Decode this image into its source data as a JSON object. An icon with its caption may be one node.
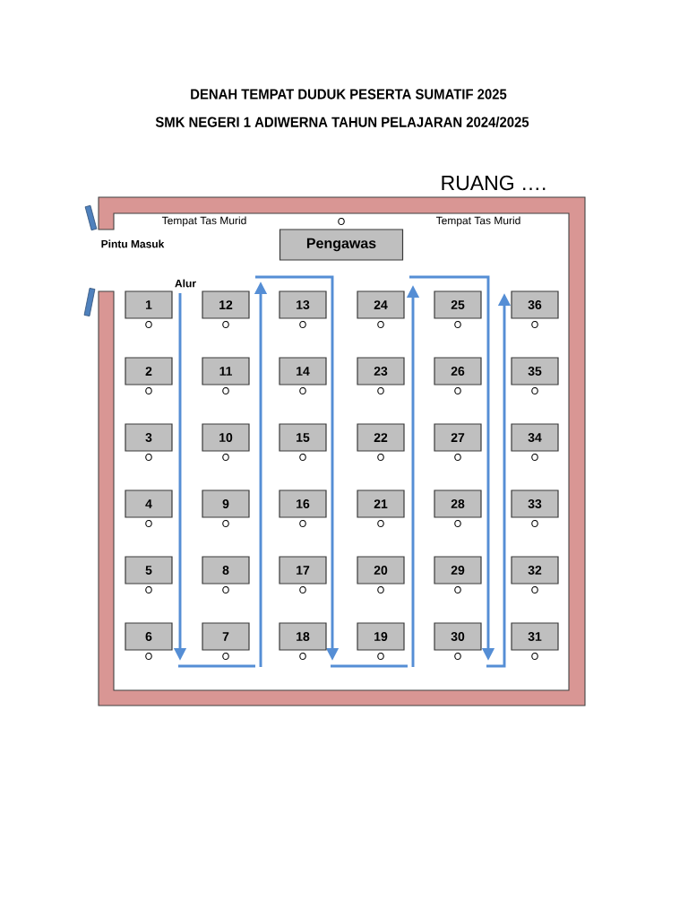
{
  "diagram": {
    "title": "DENAH TEMPAT DUDUK PESERTA SUMATIF 2025",
    "nodes": [
      {
        "text": [
          "Pengawas"
        ],
        "beside": [
          "O"
        ]
      },
      {
        "text": [
          "1"
        ],
        "beside": [
          "O"
        ]
      },
      {
        "text": [
          "12"
        ],
        "beside": [
          "O"
        ]
      },
      {
        "text": [
          "13"
        ],
        "beside": [
          "O"
        ]
      },
      {
        "text": [
          "24"
        ],
        "beside": [
          "O"
        ]
      },
      {
        "text": [
          "25"
        ],
        "beside": [
          "O"
        ]
      },
      {
        "text": [
          "36"
        ],
        "beside": [
          "O"
        ]
      },
      {
        "text": [
          "2"
        ],
        "beside": [
          "O"
        ]
      },
      {
        "text": [
          "11"
        ],
        "beside": [
          "O"
        ]
      },
      {
        "text": [
          "14"
        ],
        "beside": [
          "O"
        ]
      },
      {
        "text": [
          "23"
        ],
        "beside": [
          "O"
        ]
      },
      {
        "text": [
          "26"
        ],
        "beside": [
          "O"
        ]
      },
      {
        "text": [
          "35"
        ],
        "beside": [
          "O"
        ]
      },
      {
        "text": [
          "3"
        ],
        "beside": [
          "O"
        ]
      },
      {
        "text": [
          "10"
        ],
        "beside": [
          "O"
        ]
      },
      {
        "text": [
          "15"
        ],
        "beside": [
          "O"
        ]
      },
      {
        "text": [
          "22"
        ],
        "beside": [
          "O"
        ]
      },
      {
        "text": [
          "27"
        ],
        "beside": [
          "O"
        ]
      },
      {
        "text": [
          "34"
        ],
        "beside": [
          "O"
        ]
      },
      {
        "text": [
          "4"
        ],
        "beside": [
          "O"
        ]
      },
      {
        "text": [
          "9"
        ],
        "beside": [
          "O"
        ]
      },
      {
        "text": [
          "16"
        ],
        "beside": [
          "O"
        ]
      },
      {
        "text": [
          "21"
        ],
        "beside": [
          "O"
        ]
      },
      {
        "text": [
          "28"
        ],
        "beside": [
          "O"
        ]
      },
      {
        "text": [
          "33"
        ],
        "beside": [
          "O"
        ]
      },
      {
        "text": [
          "5"
        ],
        "beside": [
          "O"
        ]
      },
      {
        "text": [
          "8"
        ],
        "beside": [
          "O"
        ]
      },
      {
        "text": [
          "17"
        ],
        "beside": [
          "O"
        ]
      },
      {
        "text": [
          "20"
        ],
        "beside": [
          "O"
        ]
      },
      {
        "text": [
          "29"
        ],
        "beside": [
          "O"
        ]
      },
      {
        "text": [
          "32"
        ],
        "beside": [
          "O"
        ]
      },
      {
        "text": [
          "6"
        ],
        "beside": [
          "O"
        ]
      },
      {
        "text": [
          "7"
        ],
        "beside": [
          "O"
        ]
      },
      {
        "text": [
          "18"
        ],
        "beside": [
          "O"
        ]
      },
      {
        "text": [
          "19"
        ],
        "beside": [
          "O"
        ]
      },
      {
        "text": [
          "30"
        ],
        "beside": [
          "O"
        ]
      },
      {
        "text": [
          "31"
        ],
        "beside": [
          "O"
        ]
      }
    ],
    "labels": [
      "SMK NEGERI 1 ADIWERNA TAHUN PELAJARAN 2024/2025",
      "RUANG ….",
      "Tempat Tas Murid",
      "Tempat Tas Murid",
      "Pintu Masuk",
      "Alur"
    ]
  }
}
